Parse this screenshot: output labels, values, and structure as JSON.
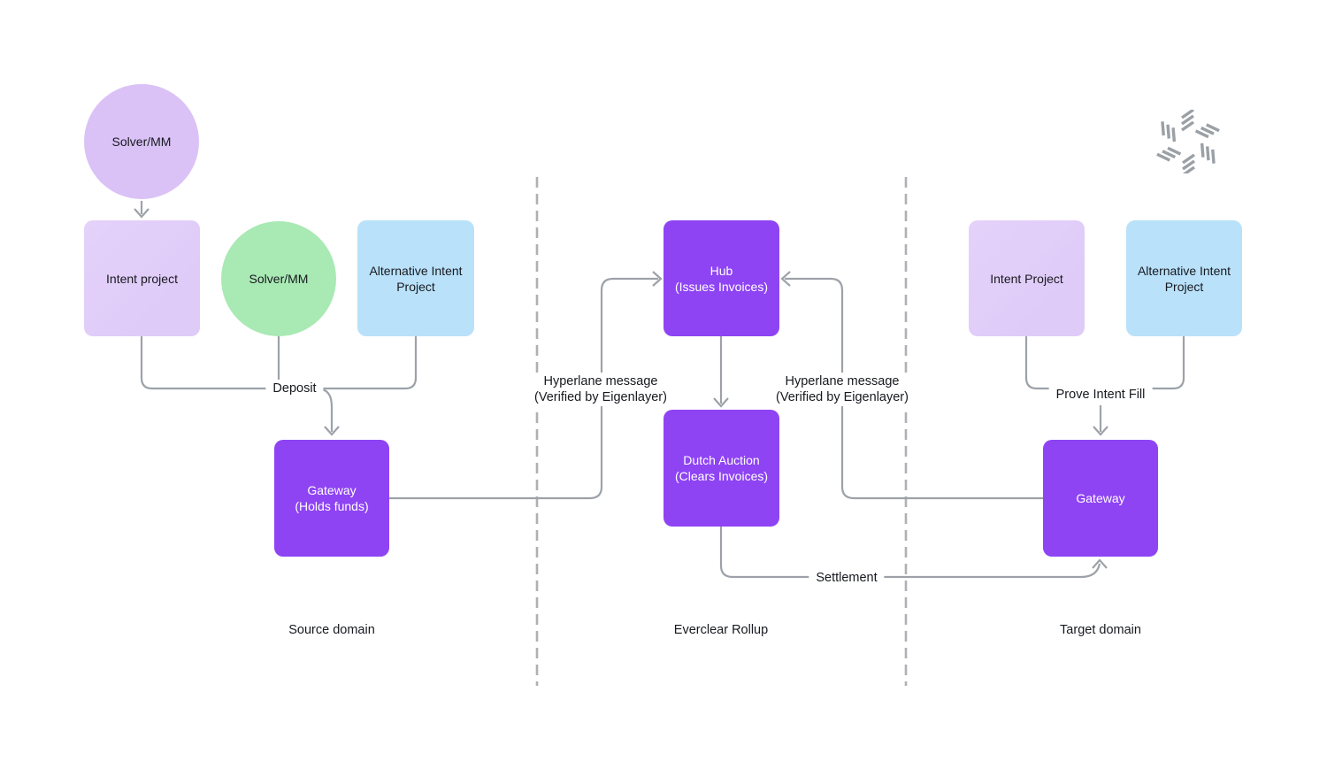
{
  "colors": {
    "background": "#FFFFFF",
    "node_purple": "#8E44F3",
    "node_light_purple": "#DFCBF8",
    "node_circle_purple": "#DAC2F6",
    "node_green": "#A9E9B4",
    "node_blue": "#B9E1FA",
    "connector_gray": "#9DA2A8",
    "dashed_gray": "#AFB0B4",
    "text_dark": "#17191F",
    "text_on_purple": "#FFFFFF",
    "logo_gray": "#9AA0A6"
  },
  "nodes": {
    "solver_source_top": "Solver/MM",
    "intent_project_source": "Intent project",
    "solver_source_mid": "Solver/MM",
    "alt_intent_source": "Alternative Intent\nProject",
    "gateway_source": "Gateway\n(Holds funds)",
    "hub": "Hub\n(Issues Invoices)",
    "dutch_auction": "Dutch Auction\n(Clears Invoices)",
    "intent_project_target": "Intent Project",
    "alt_intent_target": "Alternative Intent\nProject",
    "gateway_target": "Gateway"
  },
  "edge_labels": {
    "deposit": "Deposit",
    "hyperlane_left": "Hyperlane message\n(Verified by Eigenlayer)",
    "hyperlane_right": "Hyperlane message\n(Verified by Eigenlayer)",
    "settlement": "Settlement",
    "prove_intent_fill": "Prove Intent Fill"
  },
  "region_labels": {
    "source": "Source domain",
    "rollup": "Everclear Rollup",
    "target": "Target domain"
  },
  "logo": {
    "name": "everclear-logo"
  }
}
